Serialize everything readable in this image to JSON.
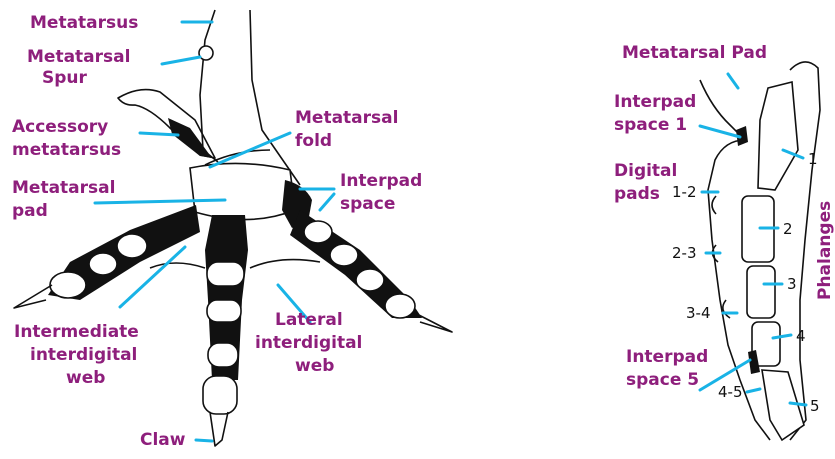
{
  "left_labels": {
    "metatarsus": "Metatarsus",
    "metatarsal_spur": [
      "Metatarsal",
      "Spur"
    ],
    "accessory_metatarsus": [
      "Accessory",
      "metatarsus"
    ],
    "metatarsal_fold": [
      "Metatarsal",
      "fold"
    ],
    "metatarsal_pad": [
      "Metatarsal",
      "pad"
    ],
    "interpad_space": [
      "Interpad",
      "space"
    ],
    "intermediate_web": [
      "Intermediate",
      "interdigital",
      "web"
    ],
    "lateral_web": [
      "Lateral",
      "interdigital",
      "web"
    ],
    "claw": "Claw"
  },
  "right_labels": {
    "metatarsal_pad": "Metatarsal Pad",
    "interpad_space_1": [
      "Interpad",
      "space 1"
    ],
    "digital_pads": [
      "Digital",
      "pads"
    ],
    "interpad_space_5": [
      "Interpad",
      "space 5"
    ],
    "phalanges": "Phalanges"
  },
  "pad_numbers": [
    "1-2",
    "2-3",
    "3-4",
    "4-5"
  ],
  "phalanx_numbers": [
    "1",
    "2",
    "3",
    "4",
    "5"
  ],
  "colors": {
    "label": "#8e1f7c",
    "leader": "#19b3e6",
    "ink": "#111111"
  }
}
